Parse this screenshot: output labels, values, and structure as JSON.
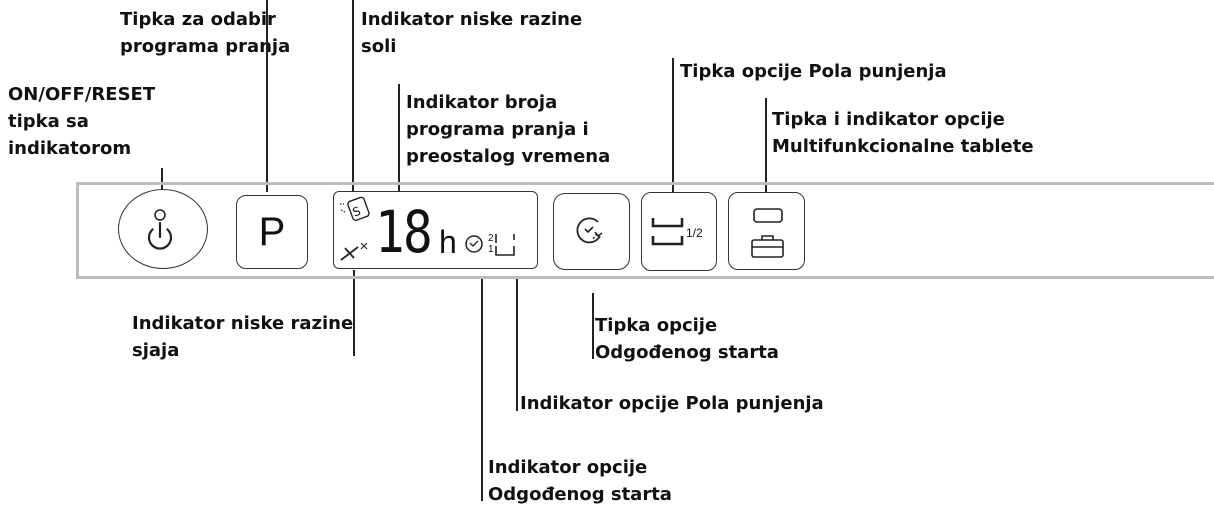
{
  "labels": {
    "onoff": [
      "ON/OFF/RESET",
      "tipka sa",
      "indikatorom"
    ],
    "program": [
      "Tipka za odabir",
      "programa pranja"
    ],
    "salt": [
      "Indikator niske razine",
      "soli"
    ],
    "number": [
      "Indikator broja",
      "programa pranja i",
      "preostalog vremena"
    ],
    "half_button": "Tipka opcije Pola punjenja",
    "multitab": [
      "Tipka i indikator opcije",
      "Multifunkcionalne tablete"
    ],
    "rinse": [
      "Indikator niske razine",
      "sjaja"
    ],
    "delay_button": [
      "Tipka opcije",
      "Odgođenog starta"
    ],
    "half_indicator": "Indikator opcije Pola punjenja",
    "delay_indicator": [
      "Indikator opcije",
      "Odgođenog starta"
    ]
  },
  "panel": {
    "program_key": "P",
    "display_digits": "18",
    "display_unit": "h",
    "salt_symbol": "S",
    "half_numerals": [
      "2",
      "1"
    ],
    "half_fraction": "1/2"
  },
  "icons": {
    "power": "power-icon",
    "salt": "salt-icon",
    "rinse": "rinse-aid-icon",
    "delay": "delay-start-icon",
    "half_load": "half-load-icon",
    "multitab": "multitab-icon"
  }
}
